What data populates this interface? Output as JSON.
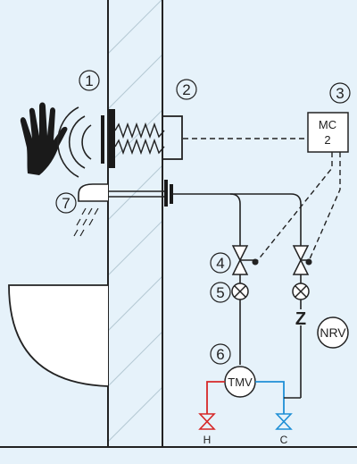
{
  "callouts": [
    "1",
    "2",
    "3",
    "4",
    "5",
    "6",
    "7"
  ],
  "controller": {
    "line1": "MC",
    "line2": "2"
  },
  "tmv_label": "TMV",
  "nrv_label": "NRV",
  "check_valve_label": "Z",
  "supply": {
    "hot": "H",
    "cold": "C"
  },
  "colors": {
    "background": "#e6f2fa",
    "line": "#222222",
    "hot": "#d62828",
    "cold": "#1f8fd6",
    "wall_hatch": "#b5c9d4"
  }
}
